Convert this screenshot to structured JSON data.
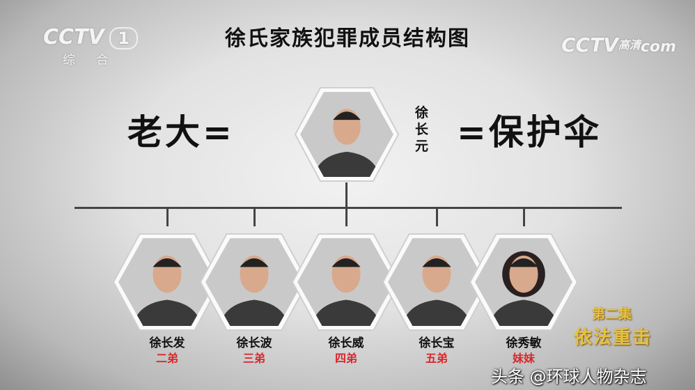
{
  "channel_logo": {
    "brand": "CCTV",
    "number": "1",
    "subtitle": "综 合"
  },
  "hd_logo": {
    "brand": "CCTV",
    "badge": "高清",
    "suffix": "com"
  },
  "title": "徐氏家族犯罪成员结构图",
  "top": {
    "left_label": "老大=",
    "name": "徐长元",
    "right_label": "=保护伞"
  },
  "members": [
    {
      "name": "徐长发",
      "relation": "二弟"
    },
    {
      "name": "徐长波",
      "relation": "三弟"
    },
    {
      "name": "徐长威",
      "relation": "四弟"
    },
    {
      "name": "徐长宝",
      "relation": "五弟"
    },
    {
      "name": "徐秀敏",
      "relation": "妹妹"
    }
  ],
  "episode": {
    "number": "第二集",
    "title": "依法重击"
  },
  "watermark": "头条 @环球人物杂志",
  "colors": {
    "relation": "#d8262a",
    "episode": "#e7c143",
    "line": "#444444"
  }
}
